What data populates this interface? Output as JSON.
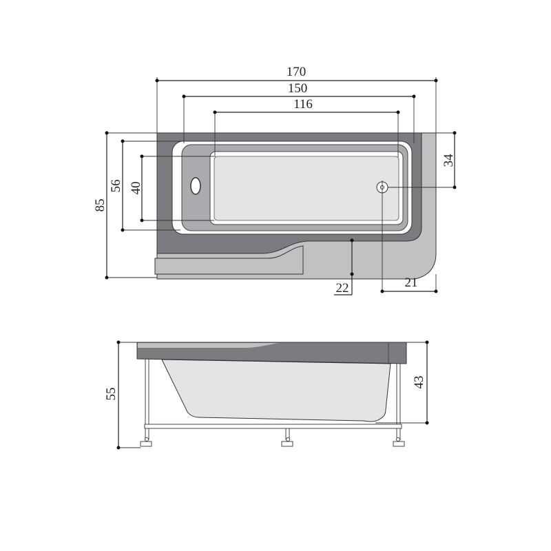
{
  "title": "Bathtub dimension drawing",
  "units": "cm",
  "top_view": {
    "overall_length": "170",
    "rim_length": "150",
    "basin_length": "116",
    "overall_width": "85",
    "rim_width": "56",
    "basin_width": "40",
    "drain_from_back": "34",
    "ledge_depth": "22",
    "drain_from_end": "21"
  },
  "side_view": {
    "overall_height": "55",
    "tub_depth": "43"
  },
  "colors": {
    "dark_rim": "#7a7c7f",
    "light_rim": "#bfc1c3",
    "basin": "#e2e4e6",
    "line": "#222222"
  }
}
